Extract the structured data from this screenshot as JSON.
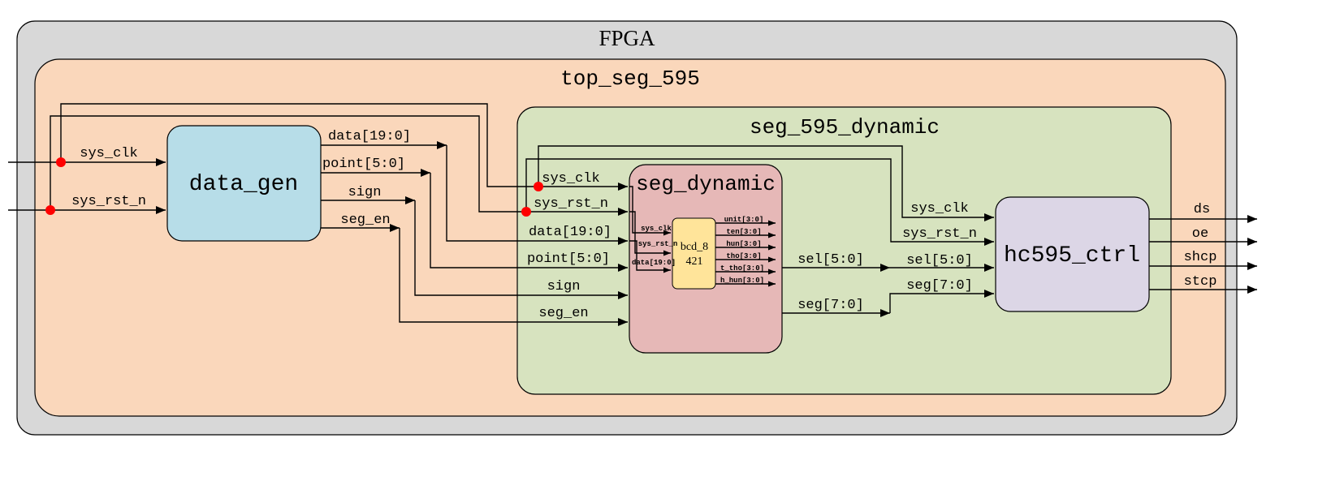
{
  "colors": {
    "fpga_fill": "#d8d8d8",
    "top_fill": "#fad7bb",
    "seg595_fill": "#d7e3bf",
    "seg_dynamic_fill": "#e6b8b7",
    "data_gen_fill": "#b7dde8",
    "hc595_fill": "#dcd6e6",
    "bcd_fill": "#ffe49a",
    "junction": "#ff0000"
  },
  "containers": {
    "fpga": "FPGA",
    "top": "top_seg_595",
    "seg595": "seg_595_dynamic",
    "seg_dynamic": "seg_dynamic"
  },
  "blocks": {
    "data_gen": "data_gen",
    "hc595_ctrl": "hc595_ctrl",
    "bcd_line1": "bcd_8",
    "bcd_line2": "421"
  },
  "signals": {
    "top_inputs": [
      "sys_clk",
      "sys_rst_n"
    ],
    "data_gen_outputs": [
      "data[19:0]",
      "point[5:0]",
      "sign",
      "seg_en"
    ],
    "seg_dynamic_inputs": [
      "sys_clk",
      "sys_rst_n",
      "data[19:0]",
      "point[5:0]",
      "sign",
      "seg_en"
    ],
    "bcd_inputs": [
      "sys_clk",
      "sys_rst_n",
      "data[19:0]"
    ],
    "bcd_outputs": [
      "unit[3:0]",
      "ten[3:0]",
      "hun[3:0]",
      "tho[3:0]",
      "t_tho[3:0]",
      "h_hun[3:0]"
    ],
    "seg_dynamic_outputs": [
      "sel[5:0]",
      "seg[7:0]"
    ],
    "hc595_inputs": [
      "sys_clk",
      "sys_rst_n",
      "sel[5:0]",
      "seg[7:0]"
    ],
    "hc595_outputs": [
      "ds",
      "oe",
      "shcp",
      "stcp"
    ]
  }
}
